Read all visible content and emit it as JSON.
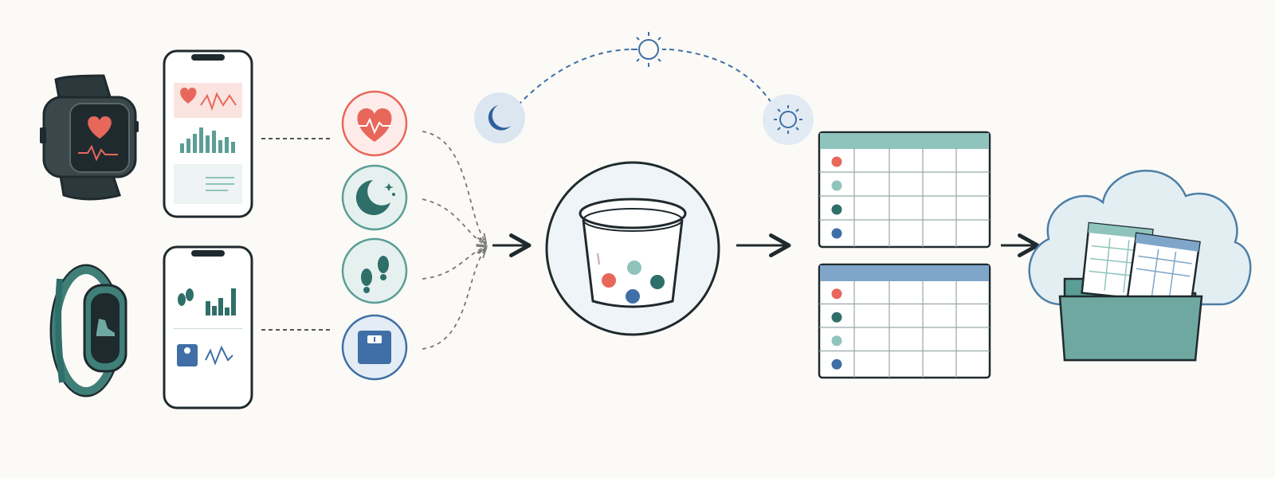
{
  "palette": {
    "background": "#fbfaf6",
    "ink": "#1f2a2e",
    "heart_red": "#e8675b",
    "teal_dark": "#2f6f6a",
    "teal_mid": "#5a9e96",
    "teal_light": "#8fc4bc",
    "blue": "#3f6fa6",
    "blue_light": "#dbe6f1",
    "cloud_fill": "#e3eef3",
    "cloud_stroke": "#4d7fa7",
    "folder_fill": "#6fa8a1"
  },
  "devices": [
    {
      "kind": "smartwatch",
      "icon": "heart-icon",
      "screen_color": "#e8675b"
    },
    {
      "kind": "fitness-band",
      "icon": "shoe-icon",
      "band_color": "#3f7f78"
    }
  ],
  "phones": [
    {
      "rows": [
        "heart-rate-trend",
        "bar-histogram",
        "sleep-list"
      ]
    },
    {
      "rows": [
        "steps-bar-histogram",
        "weight-scale-trend"
      ]
    }
  ],
  "metrics": [
    {
      "id": "heart",
      "icon": "heart-rate-icon",
      "color": "#e8675b"
    },
    {
      "id": "sleep",
      "icon": "moon-stars-icon",
      "color": "#2f6f6a"
    },
    {
      "id": "steps",
      "icon": "footprints-icon",
      "color": "#2f6f6a"
    },
    {
      "id": "weight",
      "icon": "scale-icon",
      "color": "#3f6fa6"
    }
  ],
  "day_cycle": [
    "moon-icon",
    "sun-icon",
    "sun-icon"
  ],
  "bucket_dots": [
    "#e8675b",
    "#8fc4bc",
    "#2f6f6a",
    "#3f6fa6"
  ],
  "tables": [
    {
      "header_color": "#8fc4bc",
      "row_dots": [
        "#e8675b",
        "#8fc4bc",
        "#2f6f6a",
        "#3f6fa6"
      ]
    },
    {
      "header_color": "#7fa6c9",
      "row_dots": [
        "#e8675b",
        "#2f6f6a",
        "#8fc4bc",
        "#3f6fa6"
      ]
    }
  ],
  "storage": {
    "icon": "cloud-folder-icon"
  }
}
